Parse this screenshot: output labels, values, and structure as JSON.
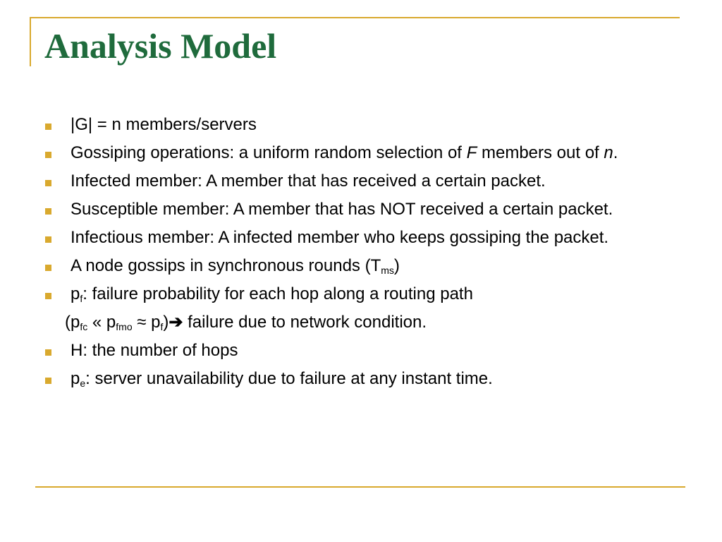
{
  "slide": {
    "title": "Analysis Model",
    "accent_color": "#d9a92e",
    "title_color": "#1f6b3c"
  },
  "bullets": {
    "b1": "|G| = n members/servers",
    "b2_pre": "Gossiping operations: a uniform random selection of ",
    "b2_var1": "F",
    "b2_mid": " members out of ",
    "b2_var2": "n",
    "b2_end": ".",
    "b3": "Infected member: A member that has received a certain packet.",
    "b4": "Susceptible member: A member that has NOT received a certain packet.",
    "b5": "Infectious member: A infected member who keeps gossiping the packet.",
    "b6_pre": "A node gossips in synchronous rounds (T",
    "b6_sub": "ms",
    "b6_end": ")",
    "b7_p": "p",
    "b7_sub": "f",
    "b7_rest": ": failure probability for each hop along a routing path",
    "sub_open": "(p",
    "sub_s1": "fc",
    "sub_mid1": " « p",
    "sub_s2": "fmo",
    "sub_mid2": " ≈ p",
    "sub_s3": "f",
    "sub_close": ")",
    "sub_arrow": "➔",
    "sub_rest": " failure due to network condition.",
    "b8": "H: the number of hops",
    "b9_p": "p",
    "b9_sub": "e",
    "b9_rest": ": server unavailability due to failure at any instant time."
  }
}
